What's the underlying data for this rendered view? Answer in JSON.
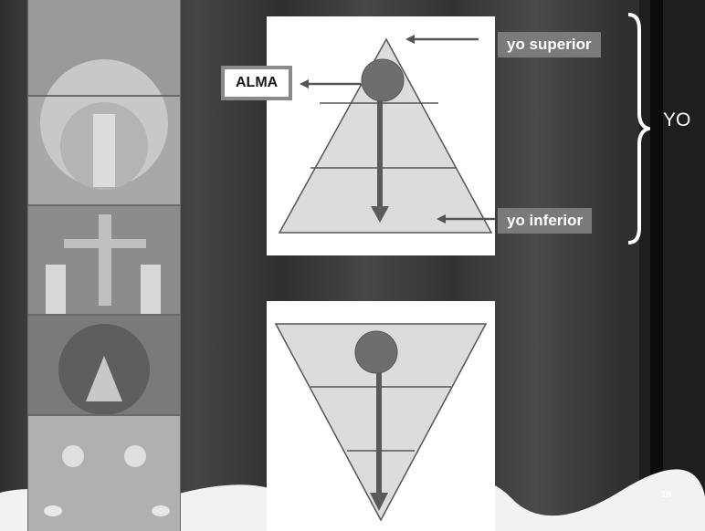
{
  "slide": {
    "page_number": "19",
    "colors": {
      "background": "#3a3a3a",
      "panel": "#ffffff",
      "triangle_fill": "#d9d9d9",
      "soul_circle": "#6e6e6e",
      "arrow": "#5a5a5a",
      "label_box": "#7a7a7a"
    },
    "labels": {
      "yo_superior": "yo superior",
      "alma": "ALMA",
      "yo_inferior": "yo inferior",
      "yo": "YO"
    },
    "icons": {
      "stained_glass": "stained-glass-window-image",
      "brace": "right-curly-brace-icon"
    }
  }
}
